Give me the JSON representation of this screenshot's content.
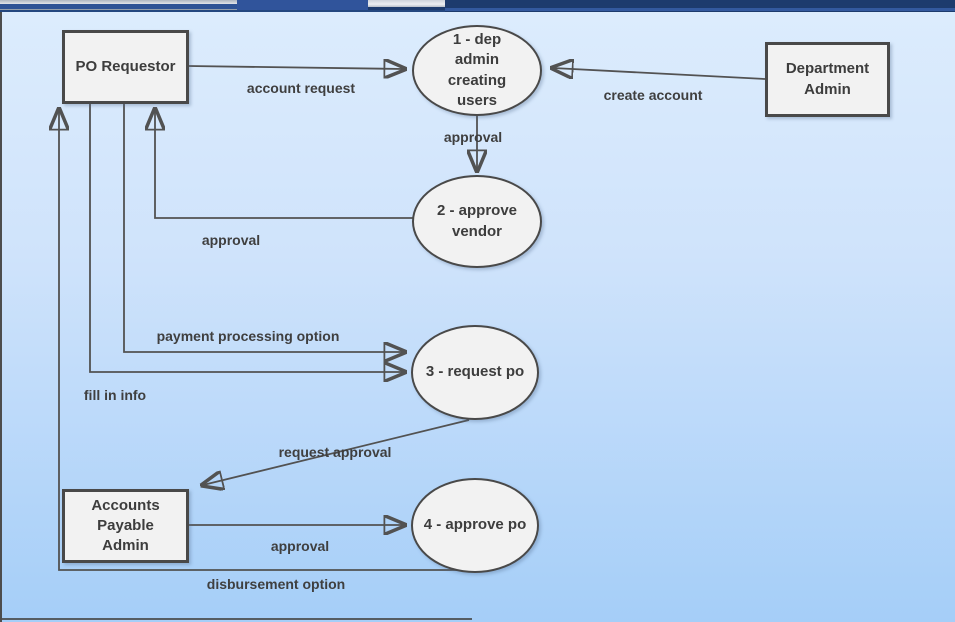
{
  "window": {
    "topbar_colors": {
      "navy": "#1d3b6d",
      "active_segment_blue": "#30549b",
      "stripe_blue": "#2e5395",
      "silver": "#e9ebee",
      "right_accent_blue": "#33599e"
    }
  },
  "canvas": {
    "background_top": "#dcecfd",
    "background_bottom": "#a5cef8",
    "border_color": "#4d4d4d"
  },
  "diagram": {
    "type": "data-flow-diagram",
    "node_style": {
      "fill": "#f2f2f2",
      "border": "#494949",
      "text_color": "#3d3d3d"
    },
    "edge_style": {
      "line_color": "#525252",
      "label_color": "#3f3f3f"
    },
    "external_entities": [
      {
        "id": "po-requestor",
        "label": "PO Requestor"
      },
      {
        "id": "department-admin",
        "label": "Department Admin"
      },
      {
        "id": "accounts-payable-admin",
        "label": "Accounts Payable Admin"
      }
    ],
    "processes": [
      {
        "id": "1",
        "label": "1 - dep admin creating users"
      },
      {
        "id": "2",
        "label": "2 - approve vendor"
      },
      {
        "id": "3",
        "label": "3 - request po"
      },
      {
        "id": "4",
        "label": "4 - approve po"
      }
    ],
    "flows": [
      {
        "label": "account request",
        "from": "PO Requestor",
        "to": "1 - dep admin creating users"
      },
      {
        "label": "create account",
        "from": "Department Admin",
        "to": "1 - dep admin creating users"
      },
      {
        "label": "approval",
        "from": "1 - dep admin creating users",
        "to": "2 - approve vendor"
      },
      {
        "label": "approval",
        "from": "2 - approve vendor",
        "to": "PO Requestor"
      },
      {
        "label": "payment processing option",
        "from": "PO Requestor",
        "to": "3 - request po"
      },
      {
        "label": "fill in info",
        "from": "PO Requestor",
        "to": "3 - request po"
      },
      {
        "label": "request approval",
        "from": "3 - request po",
        "to": "Accounts Payable Admin"
      },
      {
        "label": "approval",
        "from": "Accounts Payable Admin",
        "to": "4 - approve po"
      },
      {
        "label": "disbursement option",
        "from": "4 - approve po",
        "to": "PO Requestor"
      }
    ]
  }
}
